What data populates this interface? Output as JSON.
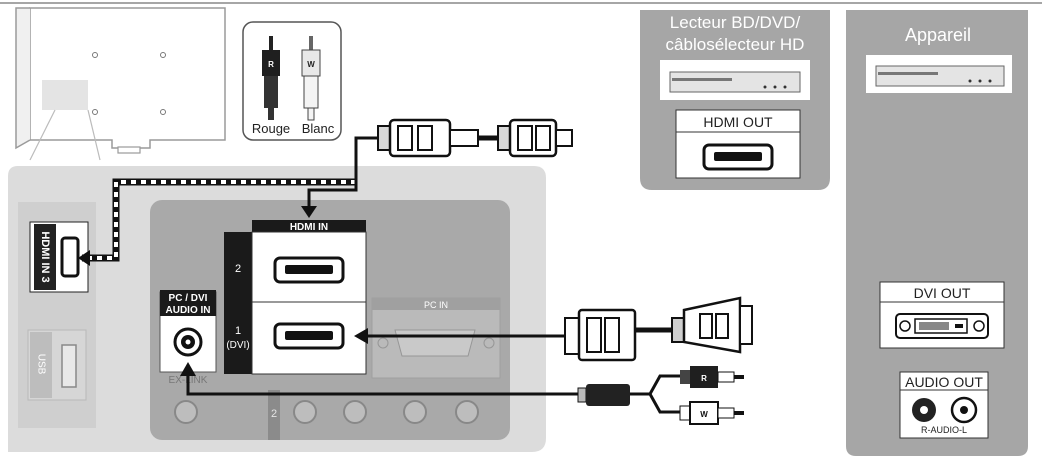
{
  "cable_legend": {
    "red_letter": "R",
    "white_letter": "W",
    "red_label": "Rouge",
    "white_label": "Blanc"
  },
  "tv_panel": {
    "hdmi3_label": "HDMI IN 3",
    "usb_label": "USB",
    "hdmi_in_label": "HDMI IN",
    "port2_label": "2",
    "port1_label": "1",
    "port1_sub": "(DVI)",
    "pc_in_label": "PC IN",
    "pc_dvi_label": "PC / DVI",
    "audio_in_label": "AUDIO IN",
    "ex_link_label": "EX-LINK",
    "bottom_num": "2"
  },
  "bd_device": {
    "title_line1": "Lecteur BD/DVD/",
    "title_line2": "câblosélecteur HD",
    "port_label": "HDMI OUT"
  },
  "appareil": {
    "title": "Appareil",
    "dvi_label": "DVI OUT",
    "audio_label": "AUDIO OUT",
    "audio_sub": "R-AUDIO-L"
  },
  "colors": {
    "panel_gray": "#a6a6a6",
    "light_gray": "#dcdcdc",
    "mid_gray": "#cfcfcf",
    "dark": "#1a1a1a"
  }
}
